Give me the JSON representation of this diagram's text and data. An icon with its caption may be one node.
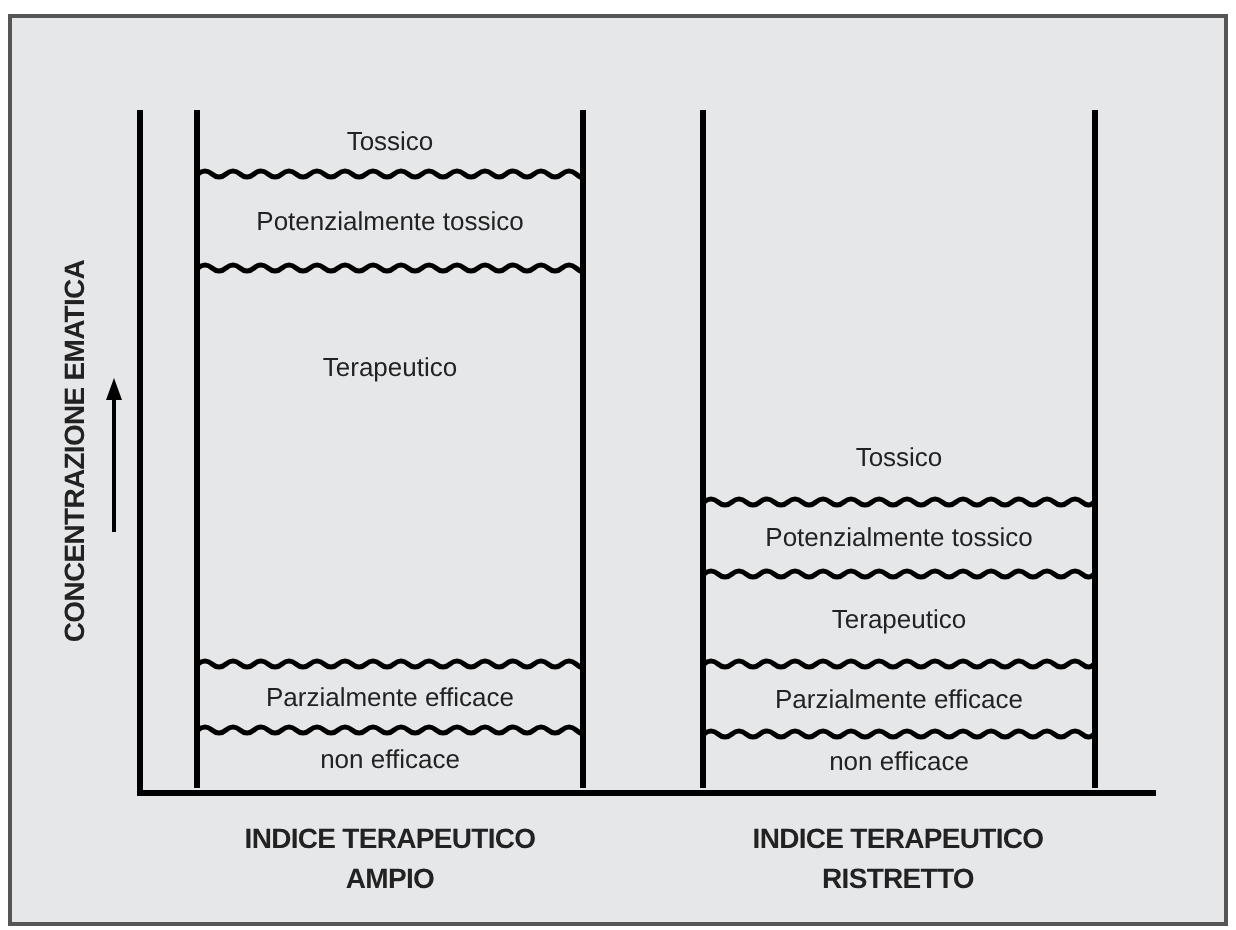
{
  "diagram": {
    "nodes": [
      {
        "text": [],
        "shape": "box"
      },
      {
        "text": [
          "Tossico"
        ],
        "in": 0
      },
      {
        "text": [
          "Potenzialmente tossico"
        ],
        "in": 0
      },
      {
        "text": [
          "Terapeutico"
        ],
        "in": 0
      },
      {
        "text": [
          "Parzialmente efficace"
        ],
        "in": 0
      },
      {
        "text": [
          "non efficace"
        ],
        "in": 0
      },
      {
        "text": [],
        "shape": "box"
      },
      {
        "text": [
          "Tossico"
        ],
        "in": 6
      },
      {
        "text": [
          "Potenzialmente tossico"
        ],
        "in": 6
      },
      {
        "text": [
          "Terapeutico"
        ],
        "in": 6
      },
      {
        "text": [
          "Parzialmente efficace"
        ],
        "in": 6
      },
      {
        "text": [
          "non efficace"
        ],
        "in": 6
      }
    ],
    "edges": [],
    "labels": [
      "CONCENTRAZIONE EMATICA",
      "INDICE TERAPEUTICO AMPIO",
      "INDICE TERAPEUTICO RISTRETTO"
    ]
  }
}
